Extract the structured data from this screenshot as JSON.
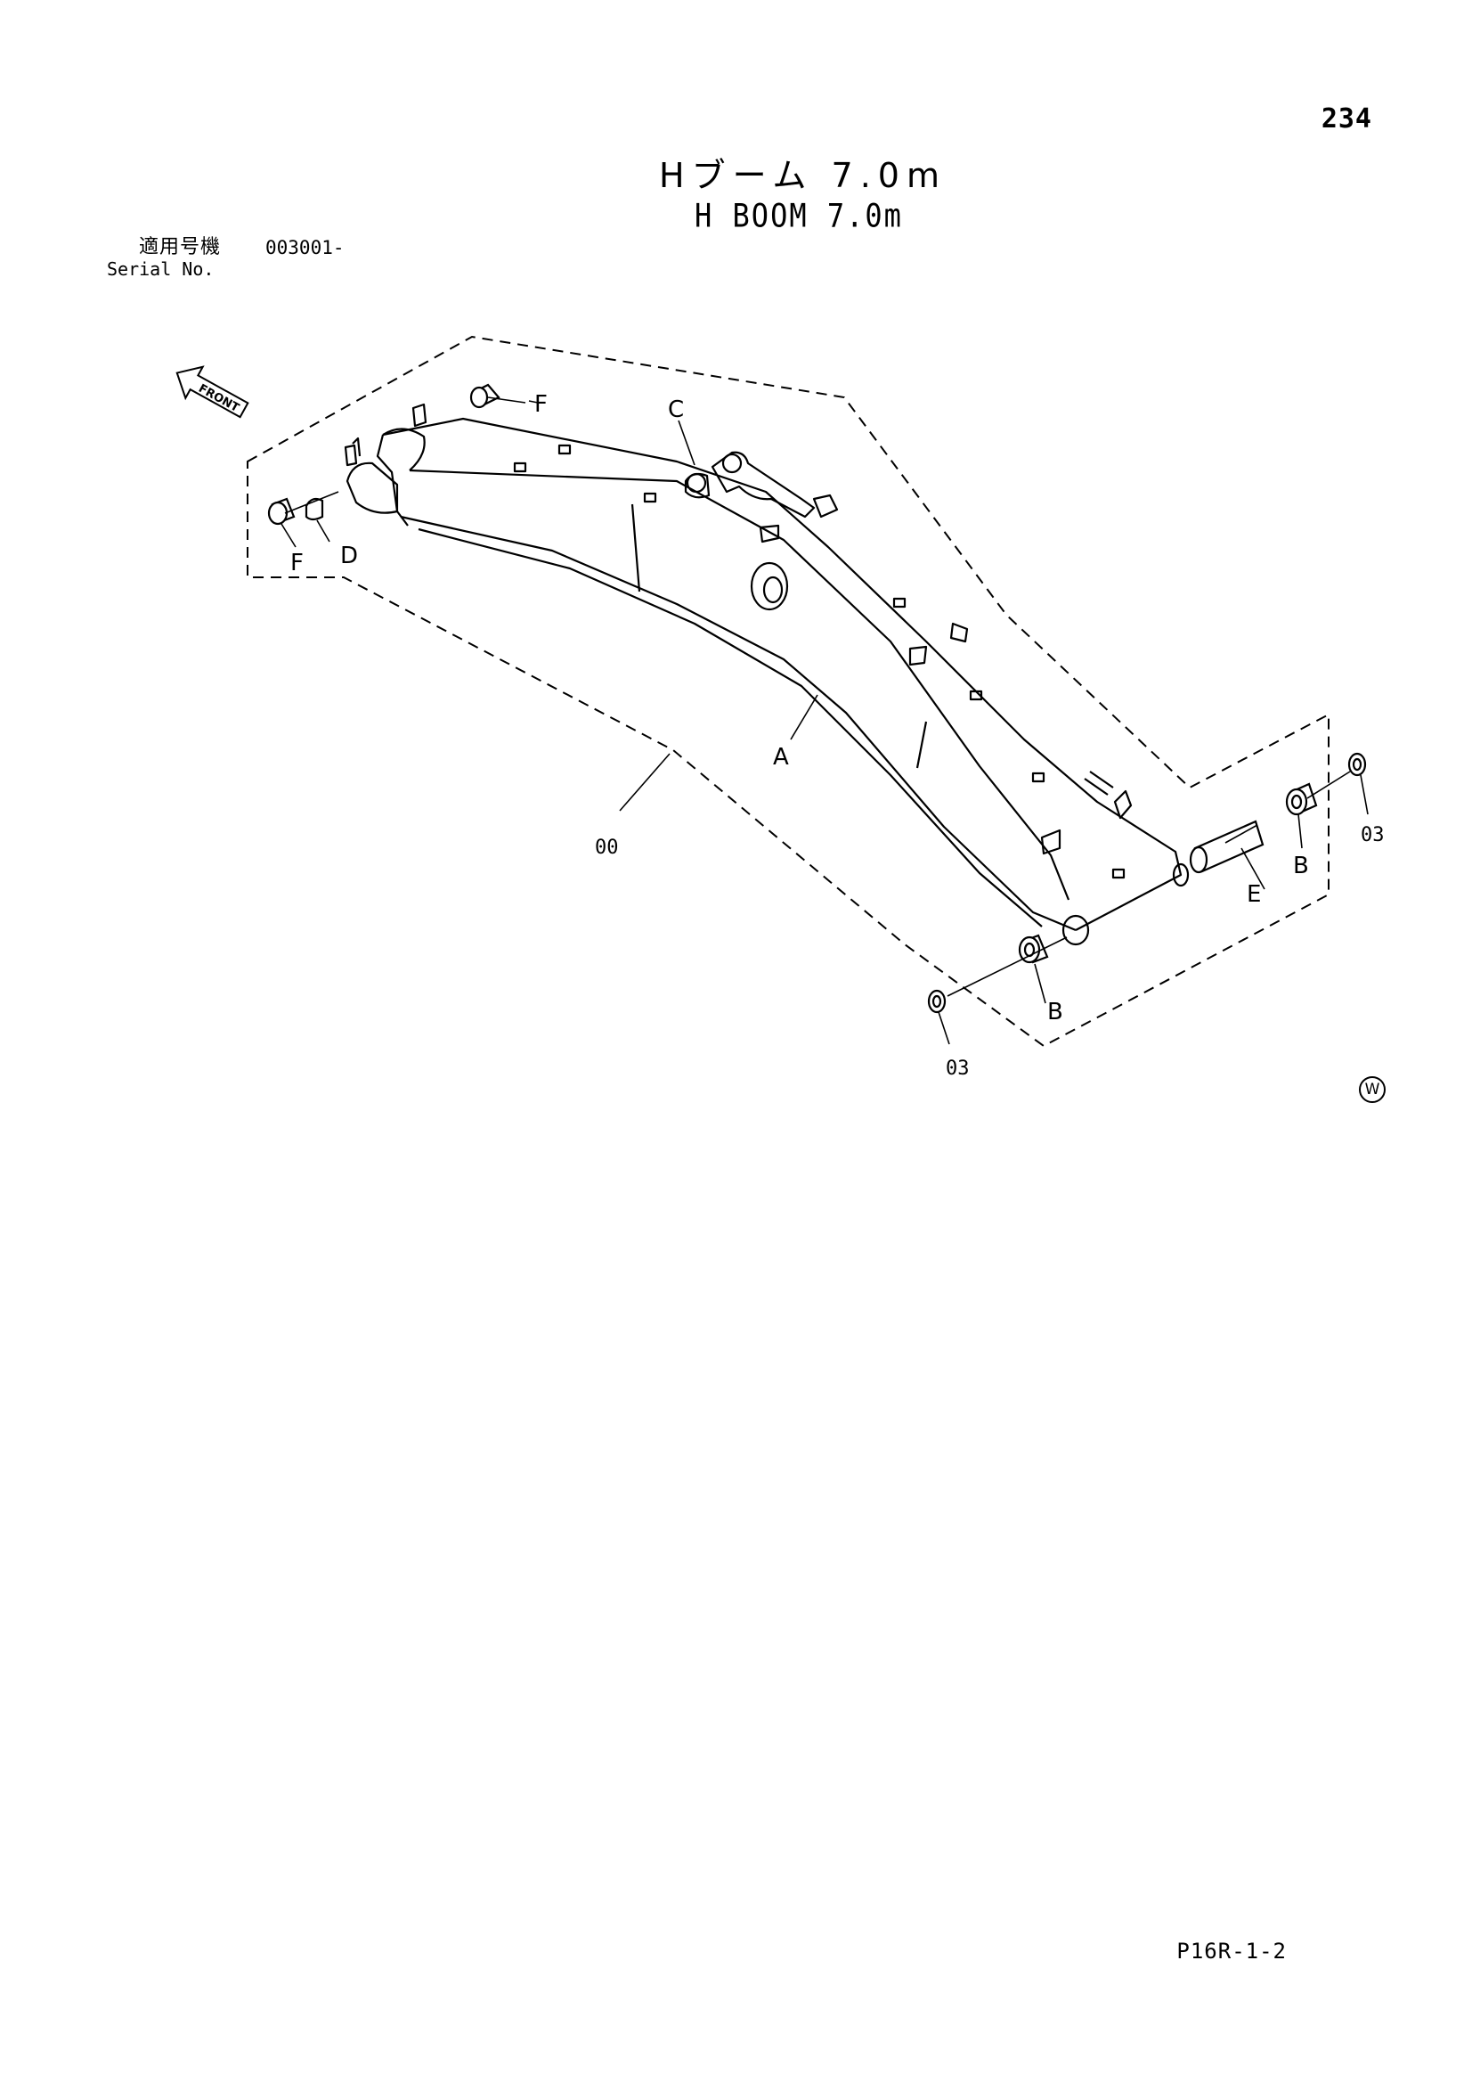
{
  "page": {
    "number": "234",
    "footer_code": "P16R-1-2",
    "variant_mark": "W"
  },
  "title": {
    "japanese": "Hブーム 7.0m",
    "english": "H BOOM 7.0m"
  },
  "serial": {
    "label_ja": "適用号機",
    "label_en": "Serial No.",
    "number": "003001-"
  },
  "diagram": {
    "front_arrow_label": "FRONT",
    "callouts": {
      "assembly": "00",
      "boom": "A",
      "bushing_lower": "B",
      "bushing_right": "B",
      "bracket": "C",
      "stopper": "D",
      "pin": "E",
      "bushing_top": "F",
      "bushing_left": "F",
      "shim_lower": "03",
      "shim_right": "03"
    }
  },
  "colors": {
    "ink": "#000000",
    "paper": "#ffffff"
  }
}
